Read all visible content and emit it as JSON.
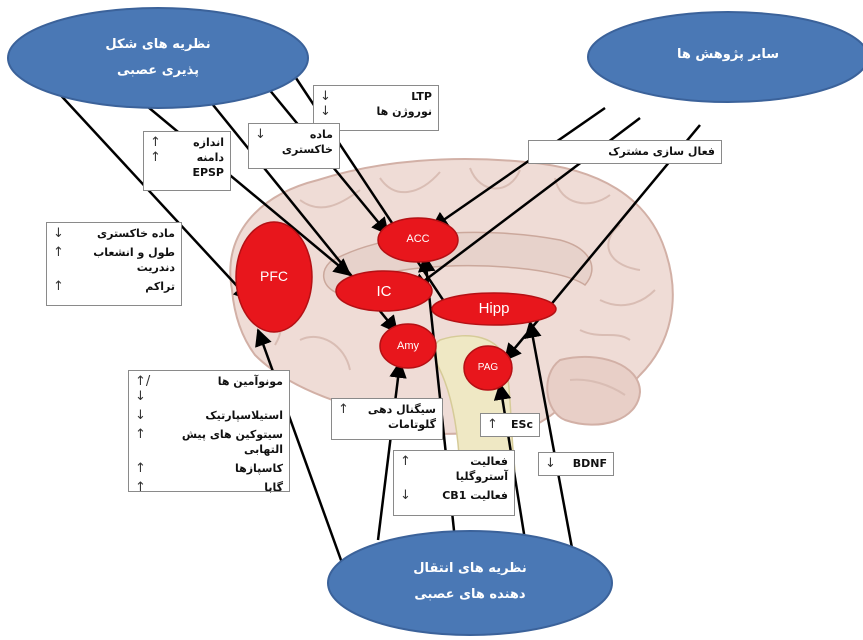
{
  "colors": {
    "ellipse": "#4a78b5",
    "ellipse_stroke": "#3b629a",
    "region": "#e8161c",
    "region_stroke": "#b51014",
    "brain": "#efdcd6",
    "brain_fold": "#d9bdb4",
    "brainstem": "#efe8c4",
    "connector": "#000000"
  },
  "ellipses": {
    "plasticity": [
      "نظریه های شکل",
      "پذیری عصبی"
    ],
    "other": [
      "سایر پژوهش ها"
    ],
    "neurotransmitter": [
      "نظریه های انتقال",
      "دهنده های عصبی"
    ]
  },
  "regions": {
    "pfc": "PFC",
    "acc": "ACC",
    "ic": "IC",
    "hipp": "Hipp",
    "amy": "Amy",
    "pag": "PAG"
  },
  "boxes": {
    "ltp": [
      {
        "arrow": "↓",
        "text": "LTP"
      },
      {
        "arrow": "↓",
        "text": "نوروژن ها"
      }
    ],
    "gray_matter_small": [
      {
        "arrow": "↓",
        "text": "ماده"
      },
      {
        "arrow": "",
        "text": "خاکستری"
      }
    ],
    "size": [
      {
        "arrow": "↑",
        "text": "اندازه"
      },
      {
        "arrow": "↑",
        "text": "دامنه"
      },
      {
        "arrow": "",
        "text": "EPSP"
      }
    ],
    "pfc_box": [
      {
        "arrow": "↓",
        "text": "ماده  خاکستری"
      },
      {
        "arrow": "↑",
        "text": "طول و انشعاب"
      },
      {
        "arrow": "",
        "text": "دندریت"
      },
      {
        "arrow": "↑",
        "text": "تراکم"
      }
    ],
    "common": [
      {
        "arrow": "",
        "text": "فعال سازی مشترک"
      }
    ],
    "monoamine": [
      {
        "arrow": "↑/↓",
        "text": "مونوآمین ها"
      },
      {
        "arrow": "↓",
        "text": "استیلاسپارتیک"
      },
      {
        "arrow": "↑",
        "text": "سیتوکین های پیش"
      },
      {
        "arrow": "",
        "text": "التهابی"
      },
      {
        "arrow": "↑",
        "text": "کاسپازها"
      },
      {
        "arrow": "↑",
        "text": "گابا"
      }
    ],
    "glutamate": [
      {
        "arrow": "↑",
        "text": "سیگنال دهی"
      },
      {
        "arrow": "",
        "text": "گلوتامات"
      }
    ],
    "esc": [
      {
        "arrow": "↑",
        "text": "ESc"
      }
    ],
    "astro": [
      {
        "arrow": "↑",
        "text": "فعالیت"
      },
      {
        "arrow": "",
        "text": "آستروگلیا"
      },
      {
        "arrow": "↓",
        "text": "فعالیت CB1"
      }
    ],
    "bdnf": [
      {
        "arrow": "↓",
        "text": "BDNF"
      }
    ]
  }
}
